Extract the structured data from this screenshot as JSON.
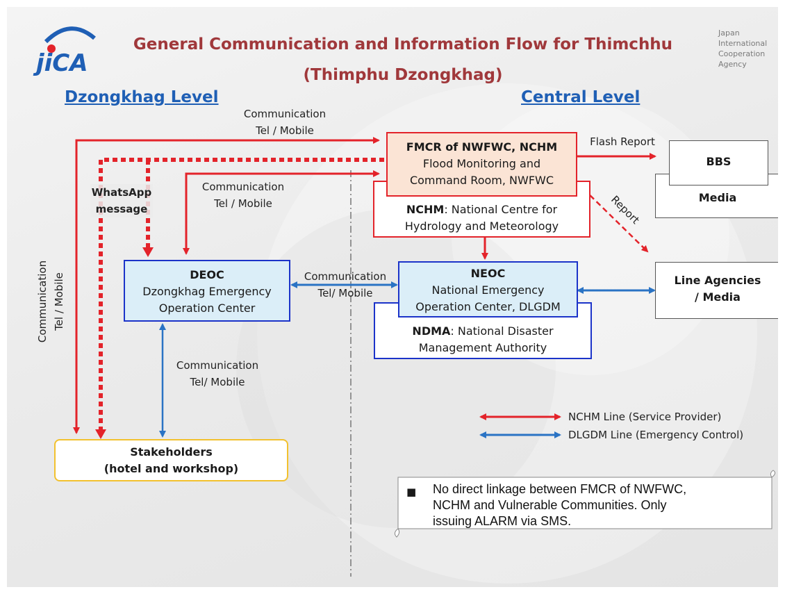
{
  "header": {
    "logo_text": "jiCA",
    "title_line1": "General Communication and Information Flow for Thimchhu",
    "title_line2": "(Thimphu Dzongkhag)",
    "agency": [
      "Japan",
      "International",
      "Cooperation",
      "Agency"
    ]
  },
  "sections": {
    "left": "Dzongkhag Level",
    "right": "Central Level"
  },
  "nodes": {
    "fmcr": {
      "title": "FMCR of NWFWC, NCHM",
      "line2": "Flood Monitoring and",
      "line3": "Command Room, NWFWC"
    },
    "nchm": {
      "abbr": "NCHM",
      "text1": ": National Centre for",
      "text2": "Hydrology and Meteorology"
    },
    "bbs": "BBS",
    "media": "Media",
    "deoc": {
      "title": "DEOC",
      "line2": "Dzongkhag Emergency",
      "line3": "Operation Center"
    },
    "neoc": {
      "title": "NEOC",
      "line2": "National Emergency",
      "line3": "Operation Center, DLGDM"
    },
    "ndma": {
      "abbr": "NDMA",
      "text1": ": National Disaster",
      "text2": "Management Authority"
    },
    "line_agencies": {
      "line1": "Line Agencies",
      "line2": "/ Media"
    },
    "stakeholders": {
      "line1": "Stakeholders",
      "line2": "(hotel and workshop)"
    }
  },
  "edge_labels": {
    "top_comm": {
      "line1": "Communication",
      "line2": "Tel / Mobile"
    },
    "mid_comm": {
      "line1": "Communication",
      "line2": "Tel / Mobile"
    },
    "whatsapp": {
      "line1": "WhatsApp",
      "line2": "message"
    },
    "left_vertical": {
      "line1": "Communication",
      "line2": "Tel / Mobile"
    },
    "deoc_neoc": {
      "line1": "Communication",
      "line2": "Tel/ Mobile"
    },
    "deoc_stake": {
      "line1": "Communication",
      "line2": "Tel/ Mobile"
    },
    "flash_report": "Flash Report",
    "report": "Report"
  },
  "legend": {
    "nchm_line": "NCHM Line (Service Provider)",
    "dlgdm_line": "DLGDM Line (Emergency Control)"
  },
  "note": {
    "bullet": "■",
    "text": [
      "No direct linkage between FMCR of NWFWC,",
      "NCHM and Vulnerable Communities. Only",
      "issuing ALARM via SMS."
    ]
  },
  "colors": {
    "title": "#a0383b",
    "section": "#1f5fb5",
    "red": "#e3232a",
    "blue": "#2a73c4",
    "box_blue": "#1b33c9",
    "fmcr_fill": "#fbe4d5",
    "blue_fill": "#dbeef8",
    "stake_border": "#f2c12e"
  }
}
